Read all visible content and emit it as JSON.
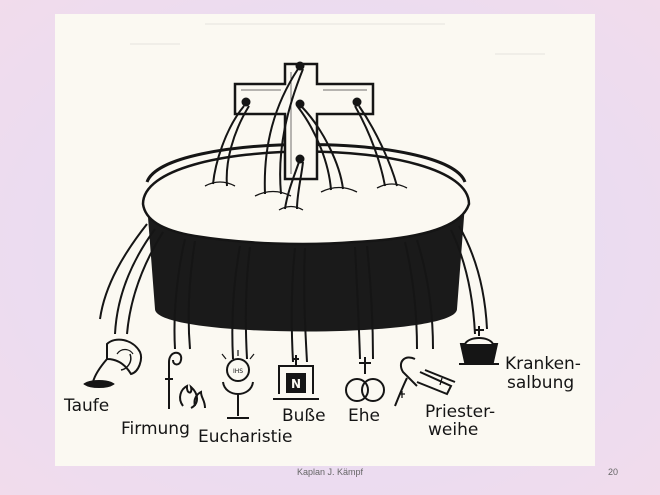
{
  "sacraments": {
    "taufe": "Taufe",
    "firmung": "Firmung",
    "eucharistie": "Eucharistie",
    "busse": "Buße",
    "ehe": "Ehe",
    "priester_line1": "Priester-",
    "priester_line2": "weihe",
    "kranken_line1": "Kranken-",
    "kranken_line2": "salbung"
  },
  "host_inscription": "IHS",
  "book_letter": "N",
  "footer": {
    "author": "Kaplan J. Kämpf",
    "page_number": "20"
  },
  "colors": {
    "ink": "#151515",
    "paper": "#fbf9f2",
    "slide_background": "#eadcf1"
  }
}
